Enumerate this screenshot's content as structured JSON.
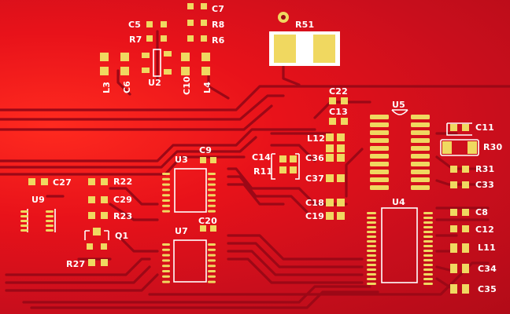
{
  "board": {
    "colors": {
      "board": "#d0101c",
      "trace": "#9c0816",
      "pad": "#f0d860",
      "silk": "#ffffff"
    },
    "labels": {
      "c5": "C5",
      "c7": "C7",
      "r7": "R7",
      "r8": "R8",
      "r6": "R6",
      "l3": "L3",
      "c6": "C6",
      "u2": "U2",
      "c10": "C10",
      "l4": "L4",
      "r51": "R51",
      "c22": "C22",
      "c13": "C13",
      "u5": "U5",
      "c11": "C11",
      "l12": "L12",
      "r30": "R30",
      "u3": "U3",
      "c9": "C9",
      "c14": "C14",
      "r11": "R11",
      "c36": "C36",
      "r31": "R31",
      "c37": "C37",
      "c33": "C33",
      "c27": "C27",
      "r22": "R22",
      "u9": "U9",
      "c29": "C29",
      "c18": "C18",
      "u4": "U4",
      "c20": "C20",
      "r23": "R23",
      "c19": "C19",
      "c8": "C8",
      "q1": "Q1",
      "u7": "U7",
      "c12": "C12",
      "l11": "L11",
      "r27": "R27",
      "c34": "C34",
      "c35": "C35"
    }
  }
}
